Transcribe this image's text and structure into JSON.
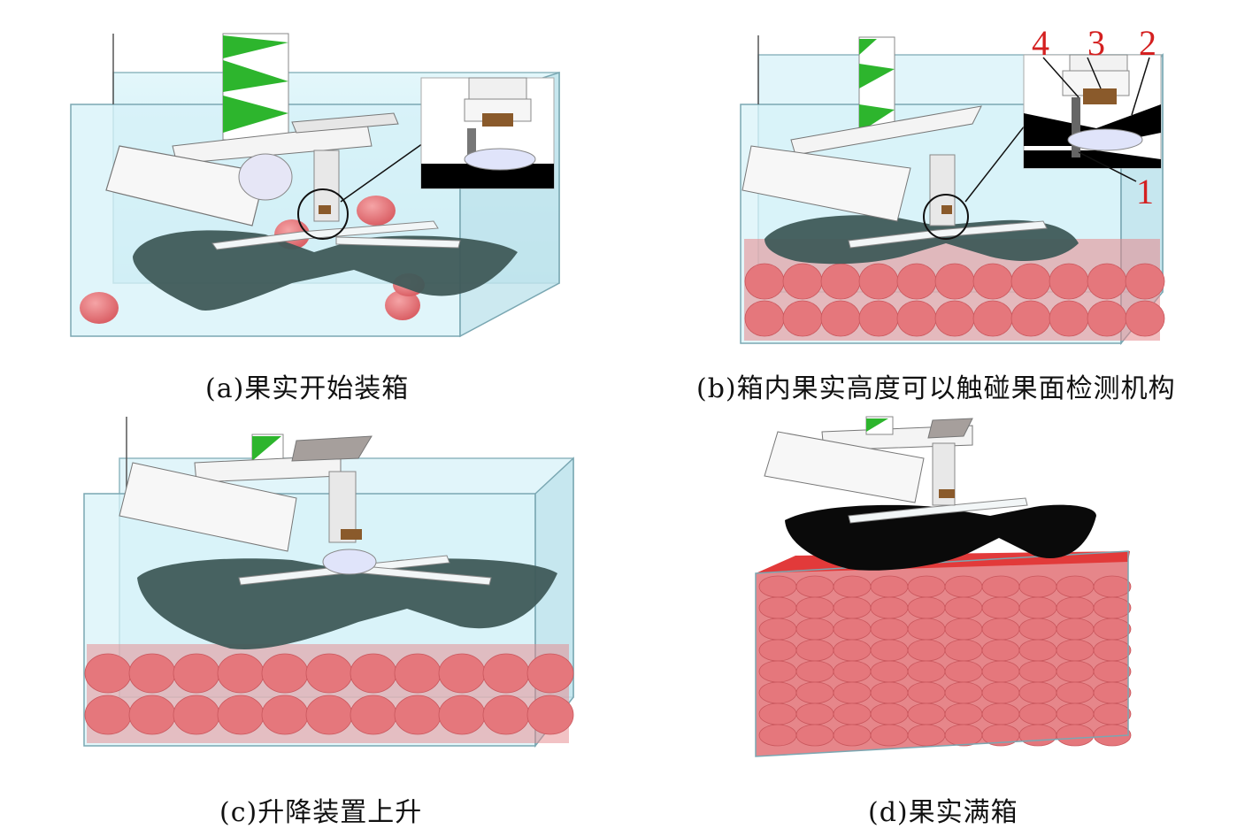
{
  "captions": {
    "a": "(a)果实开始装箱",
    "b": "(b)箱内果实高度可以触碰果面检测机构",
    "c": "(c)升降装置上升",
    "d": "(d)果实满箱"
  },
  "callouts": [
    "1",
    "2",
    "3",
    "4"
  ],
  "colors": {
    "water": "#cfeef5",
    "fruit": "#e8787c",
    "fruit_dark": "#d85a60",
    "fruit_full_top": "#e23a3a",
    "flap": "#3f5a58",
    "flap_black": "#0a0a0a",
    "green_guide": "#2db52d",
    "callout_red": "#d42020"
  }
}
